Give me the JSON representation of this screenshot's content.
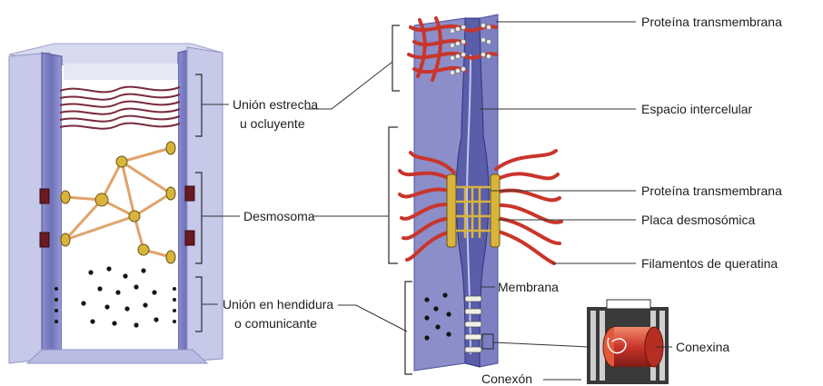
{
  "left_labels": {
    "tight_junction_line1": "Unión estrecha",
    "tight_junction_line2": "u ocluyente",
    "desmosome": "Desmosoma",
    "gap_junction_line1": "Unión en hendidura",
    "gap_junction_line2": "o comunicante"
  },
  "right_labels": {
    "transmembrane_protein_top": "Proteína transmembrana",
    "intercellular_space": "Espacio intercelular",
    "transmembrane_protein_mid": "Proteína transmembrana",
    "desmosomal_plaque": "Placa desmosómica",
    "keratin_filaments": "Filamentos de queratina",
    "membrane": "Membrana",
    "connexin": "Conexina",
    "connexon": "Conexón"
  },
  "colors": {
    "membrane": "#6f72b8",
    "membrane_light": "#aeb1df",
    "filament": "#c9352b",
    "plaque": "#d8b43c",
    "junction_strand": "#7a2a3c"
  }
}
